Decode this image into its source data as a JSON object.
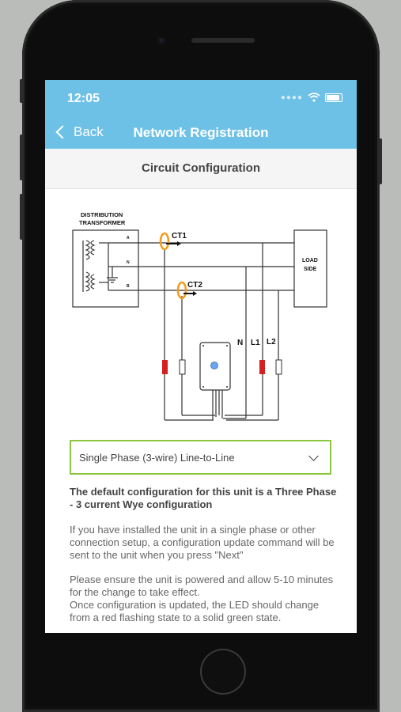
{
  "status_bar": {
    "time": "12:05"
  },
  "nav": {
    "back_label": "Back",
    "title": "Network Registration"
  },
  "section_title": "Circuit Configuration",
  "diagram": {
    "labels": {
      "distribution": "DISTRIBUTION",
      "transformer": "TRANSFORMER",
      "load": "LOAD",
      "side": "SIDE",
      "ct1": "CT1",
      "ct2": "CT2",
      "a": "A",
      "n_small": "N",
      "b": "B",
      "n": "N",
      "l1": "L1",
      "l2": "L2"
    },
    "colors": {
      "ct_ring": "#f39c1f",
      "clip": "#d42020",
      "led": "#6aa6f0"
    }
  },
  "config_select": {
    "selected": "Single Phase (3-wire) Line-to-Line"
  },
  "info": {
    "bold": "The default configuration for this unit is a Three Phase - 3 current Wye configuration",
    "p1": "If you have installed the unit in a single phase or other connection setup, a configuration update command will be sent to the unit when you press \"Next\"",
    "p2_line1": "Please ensure the unit is powered and allow 5-10 minutes for the change to take effect.",
    "p2_line2": "Once configuration is updated, the LED should change from a red flashing state to a solid green state."
  }
}
